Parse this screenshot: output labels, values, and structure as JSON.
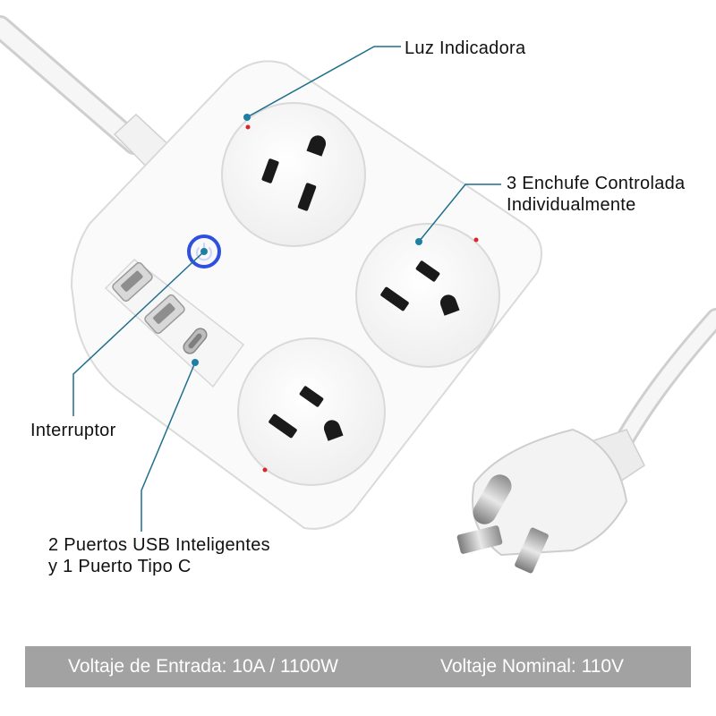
{
  "labels": {
    "indicator_light": "Luz Indicadora",
    "outlets_line1": "3 Enchufe Controlada",
    "outlets_line2": "Individualmente",
    "switch": "Interruptor",
    "usb_line1": "2 Puertos USB Inteligentes",
    "usb_line2": "y 1 Puerto Tipo C"
  },
  "specs": {
    "input_voltage": "Voltaje de Entrada: 10A / 1100W",
    "nominal_voltage": "Voltaje Nominal: 110V"
  },
  "colors": {
    "callout_line": "#1d6f8c",
    "callout_dot": "#1f7fa3",
    "indicator_red": "#d9262c",
    "power_button_ring": "#2e4fe0",
    "spec_bar": "#a2a2a2"
  },
  "icons": {
    "power_button": "power-icon"
  }
}
